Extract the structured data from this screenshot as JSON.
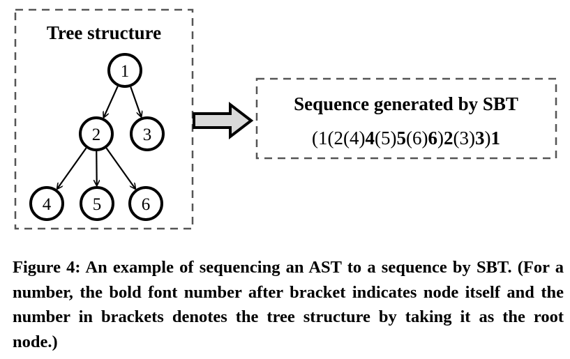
{
  "tree": {
    "title": "Tree structure",
    "nodes": [
      {
        "id": "1",
        "label": "1"
      },
      {
        "id": "2",
        "label": "2"
      },
      {
        "id": "3",
        "label": "3"
      },
      {
        "id": "4",
        "label": "4"
      },
      {
        "id": "5",
        "label": "5"
      },
      {
        "id": "6",
        "label": "6"
      }
    ],
    "edges": [
      {
        "from": "1",
        "to": "2"
      },
      {
        "from": "1",
        "to": "3"
      },
      {
        "from": "2",
        "to": "4"
      },
      {
        "from": "2",
        "to": "5"
      },
      {
        "from": "2",
        "to": "6"
      }
    ]
  },
  "sequence": {
    "title": "Sequence generated by SBT",
    "tokens": [
      {
        "text": "(1",
        "bold": false
      },
      {
        "text": "(2",
        "bold": false
      },
      {
        "text": "(4)",
        "bold": false
      },
      {
        "text": "4",
        "bold": true
      },
      {
        "text": "(5)",
        "bold": false
      },
      {
        "text": "5",
        "bold": true
      },
      {
        "text": "(6)",
        "bold": false
      },
      {
        "text": "6",
        "bold": true
      },
      {
        "text": ")",
        "bold": false
      },
      {
        "text": "2",
        "bold": true
      },
      {
        "text": "(3)",
        "bold": false
      },
      {
        "text": "3",
        "bold": true
      },
      {
        "text": ")",
        "bold": false
      },
      {
        "text": "1",
        "bold": true
      }
    ]
  },
  "caption": {
    "text": "Figure 4: An example of sequencing an AST to a sequence by SBT. (For a number, the bold font number after bracket indicates node itself and the number in brackets denotes the tree structure by taking it as the root node.)"
  },
  "colors": {
    "stroke": "#000000",
    "dash": "#555555",
    "arrow_fill": "#d9d9d9"
  }
}
